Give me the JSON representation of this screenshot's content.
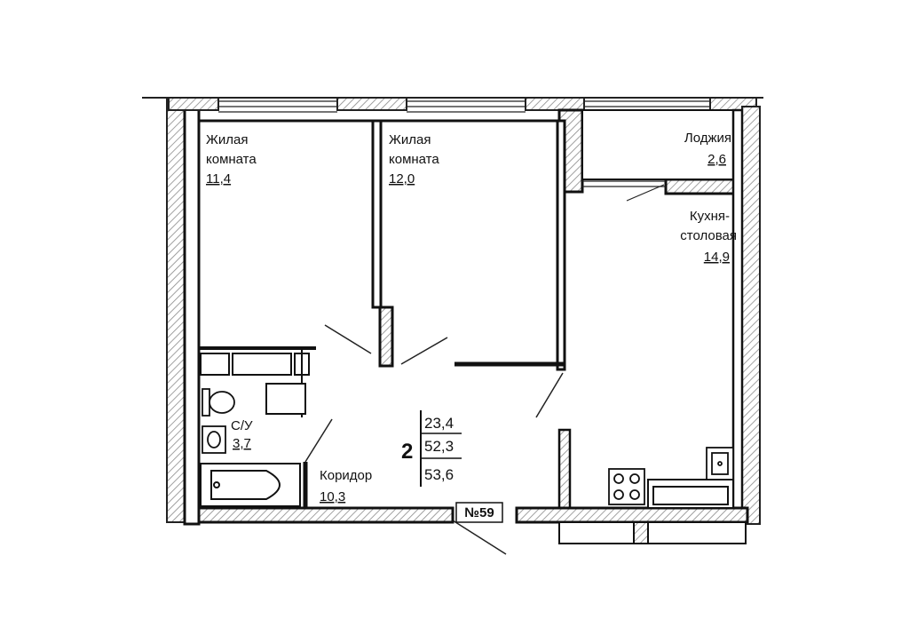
{
  "rooms": [
    {
      "id": "living1",
      "name_line1": "Жилая",
      "name_line2": "комната",
      "area": "11,4"
    },
    {
      "id": "living2",
      "name_line1": "Жилая",
      "name_line2": "комната",
      "area": "12,0"
    },
    {
      "id": "loggia",
      "name_line1": "Лоджия",
      "name_line2": "",
      "area": "2,6"
    },
    {
      "id": "kitchen",
      "name_line1": "Кухня-",
      "name_line2": "столовая",
      "area": "14,9"
    },
    {
      "id": "bath",
      "name_line1": "С/У",
      "name_line2": "",
      "area": "3,7"
    },
    {
      "id": "corridor",
      "name_line1": "Коридор",
      "name_line2": "",
      "area": "10,3"
    }
  ],
  "summary": {
    "rooms_count": "2",
    "living_area": "23,4",
    "total_area": "52,3",
    "total_area_with_loggia": "53,6"
  },
  "apartment_number": "№59",
  "colors": {
    "wall": "#1a1a1a",
    "hatch": "#9a9a9a",
    "line": "#222222"
  }
}
